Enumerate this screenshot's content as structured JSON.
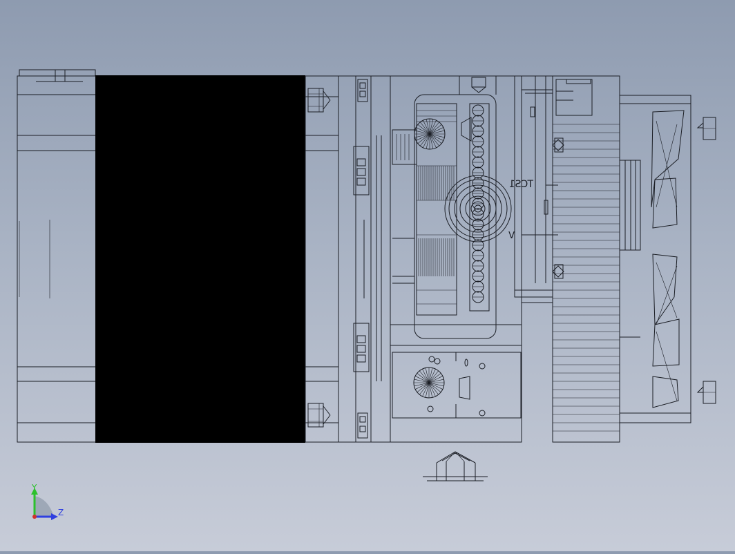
{
  "viewport": {
    "background_top": "#8e9bb0",
    "background_bottom": "#c7ccd8",
    "line_color": "#1a1d24",
    "fill_color": "#000000"
  },
  "drawing": {
    "label_tcs": "TCS1",
    "label_v": "V"
  },
  "triad": {
    "y_label": "Y",
    "z_label": "Z",
    "y_color": "#2cc12c",
    "z_color": "#2f3fe0",
    "origin_color": "#d0312d"
  }
}
